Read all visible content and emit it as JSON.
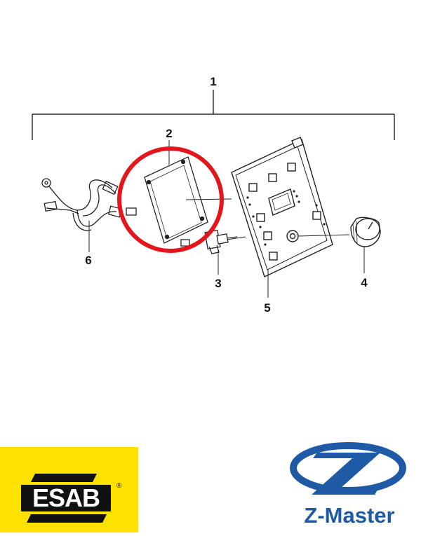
{
  "callouts": {
    "c1": "1",
    "c2": "2",
    "c3": "3",
    "c4": "4",
    "c5": "5",
    "c6": "6"
  },
  "highlight_color": "#e3161b",
  "brand_left": {
    "name": "ESAB",
    "mark": "®",
    "background": "#ffe100",
    "ink": "#111111"
  },
  "brand_right": {
    "name": "Z-Master",
    "color": "#1f5aa6"
  }
}
